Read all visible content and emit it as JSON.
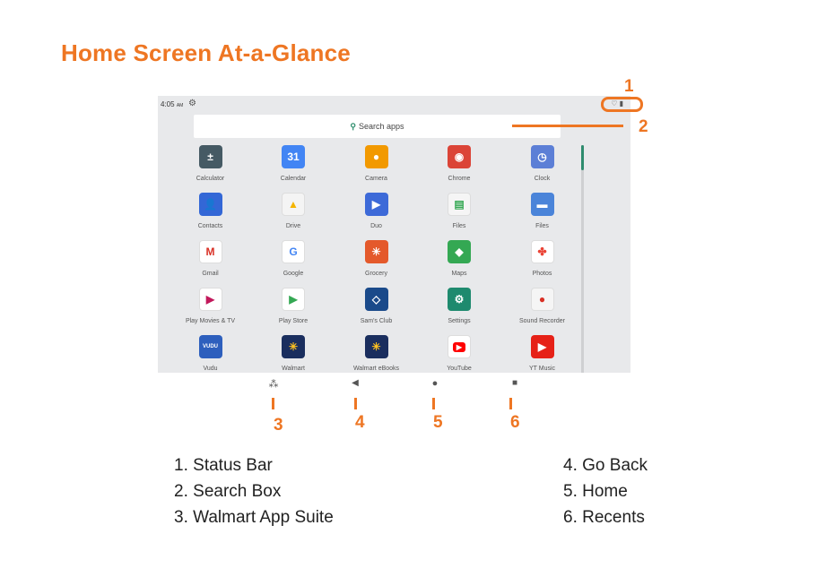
{
  "title": "Home Screen At-a-Glance",
  "status_bar": {
    "time": "4:05",
    "ampm": "AM",
    "icons": "♡ ▮"
  },
  "search": {
    "label": "Search apps"
  },
  "apps": [
    {
      "label": "Calculator",
      "icon": "calculator-icon",
      "color": "#455a64",
      "glyph": "±"
    },
    {
      "label": "Calendar",
      "icon": "calendar-icon",
      "color": "#4285f4",
      "glyph": "31"
    },
    {
      "label": "Camera",
      "icon": "camera-icon",
      "color": "#f29900",
      "glyph": "●"
    },
    {
      "label": "Chrome",
      "icon": "chrome-icon",
      "color": "#db4437",
      "glyph": "◉"
    },
    {
      "label": "Clock",
      "icon": "clock-icon",
      "color": "#5c7fd6",
      "glyph": "◷"
    },
    {
      "label": "Contacts",
      "icon": "contacts-icon",
      "color": "#3367d6",
      "glyph": "👤"
    },
    {
      "label": "Drive",
      "icon": "drive-icon",
      "color": "#f4f4f4",
      "glyph": "▲"
    },
    {
      "label": "Duo",
      "icon": "duo-icon",
      "color": "#3d6ad8",
      "glyph": "▶"
    },
    {
      "label": "Files",
      "icon": "files-icon",
      "color": "#f5f5f5",
      "glyph": "▤"
    },
    {
      "label": "Files",
      "icon": "folder-icon",
      "color": "#4a84d9",
      "glyph": "▬"
    },
    {
      "label": "Gmail",
      "icon": "gmail-icon",
      "color": "#ffffff",
      "glyph": "M"
    },
    {
      "label": "Google",
      "icon": "google-icon",
      "color": "#ffffff",
      "glyph": "G"
    },
    {
      "label": "Grocery",
      "icon": "grocery-icon",
      "color": "#e4592b",
      "glyph": "✳"
    },
    {
      "label": "Maps",
      "icon": "maps-icon",
      "color": "#34a853",
      "glyph": "◆"
    },
    {
      "label": "Photos",
      "icon": "photos-icon",
      "color": "#ffffff",
      "glyph": "✤"
    },
    {
      "label": "Play Movies & TV",
      "icon": "play-movies-icon",
      "color": "#ffffff",
      "glyph": "▶"
    },
    {
      "label": "Play Store",
      "icon": "play-store-icon",
      "color": "#ffffff",
      "glyph": "▶"
    },
    {
      "label": "Sam's Club",
      "icon": "sams-club-icon",
      "color": "#1a4a8a",
      "glyph": "◇"
    },
    {
      "label": "Settings",
      "icon": "settings-icon",
      "color": "#1e8a6e",
      "glyph": "⚙"
    },
    {
      "label": "Sound Recorder",
      "icon": "sound-recorder-icon",
      "color": "#f5f5f5",
      "glyph": "●"
    },
    {
      "label": "Vudu",
      "icon": "vudu-icon",
      "color": "#2d5fbd",
      "glyph": "VUDU"
    },
    {
      "label": "Walmart",
      "icon": "walmart-icon",
      "color": "#1a2e5e",
      "glyph": "✳"
    },
    {
      "label": "Walmart eBooks",
      "icon": "walmart-ebooks-icon",
      "color": "#1a2e5e",
      "glyph": "✳"
    },
    {
      "label": "YouTube",
      "icon": "youtube-icon",
      "color": "#ffffff",
      "glyph": "▶"
    },
    {
      "label": "YT Music",
      "icon": "yt-music-icon",
      "color": "#e62117",
      "glyph": "▶"
    }
  ],
  "nav": {
    "apps_glyph": "⁂",
    "back_glyph": "◀",
    "home_glyph": "●",
    "recents_glyph": "■"
  },
  "callouts": [
    "1",
    "2",
    "3",
    "4",
    "5",
    "6"
  ],
  "legend_left": [
    {
      "num": "1.",
      "text": "Status Bar"
    },
    {
      "num": "2.",
      "text": "Search Box"
    },
    {
      "num": "3.",
      "text": "Walmart App Suite"
    }
  ],
  "legend_right": [
    {
      "num": "4.",
      "text": "Go Back"
    },
    {
      "num": "5.",
      "text": "Home"
    },
    {
      "num": "6.",
      "text": "Recents"
    }
  ],
  "colors": {
    "accent": "#ee7623",
    "screen_bg": "#e8e9eb",
    "scroll_thumb": "#2e8c6e"
  }
}
